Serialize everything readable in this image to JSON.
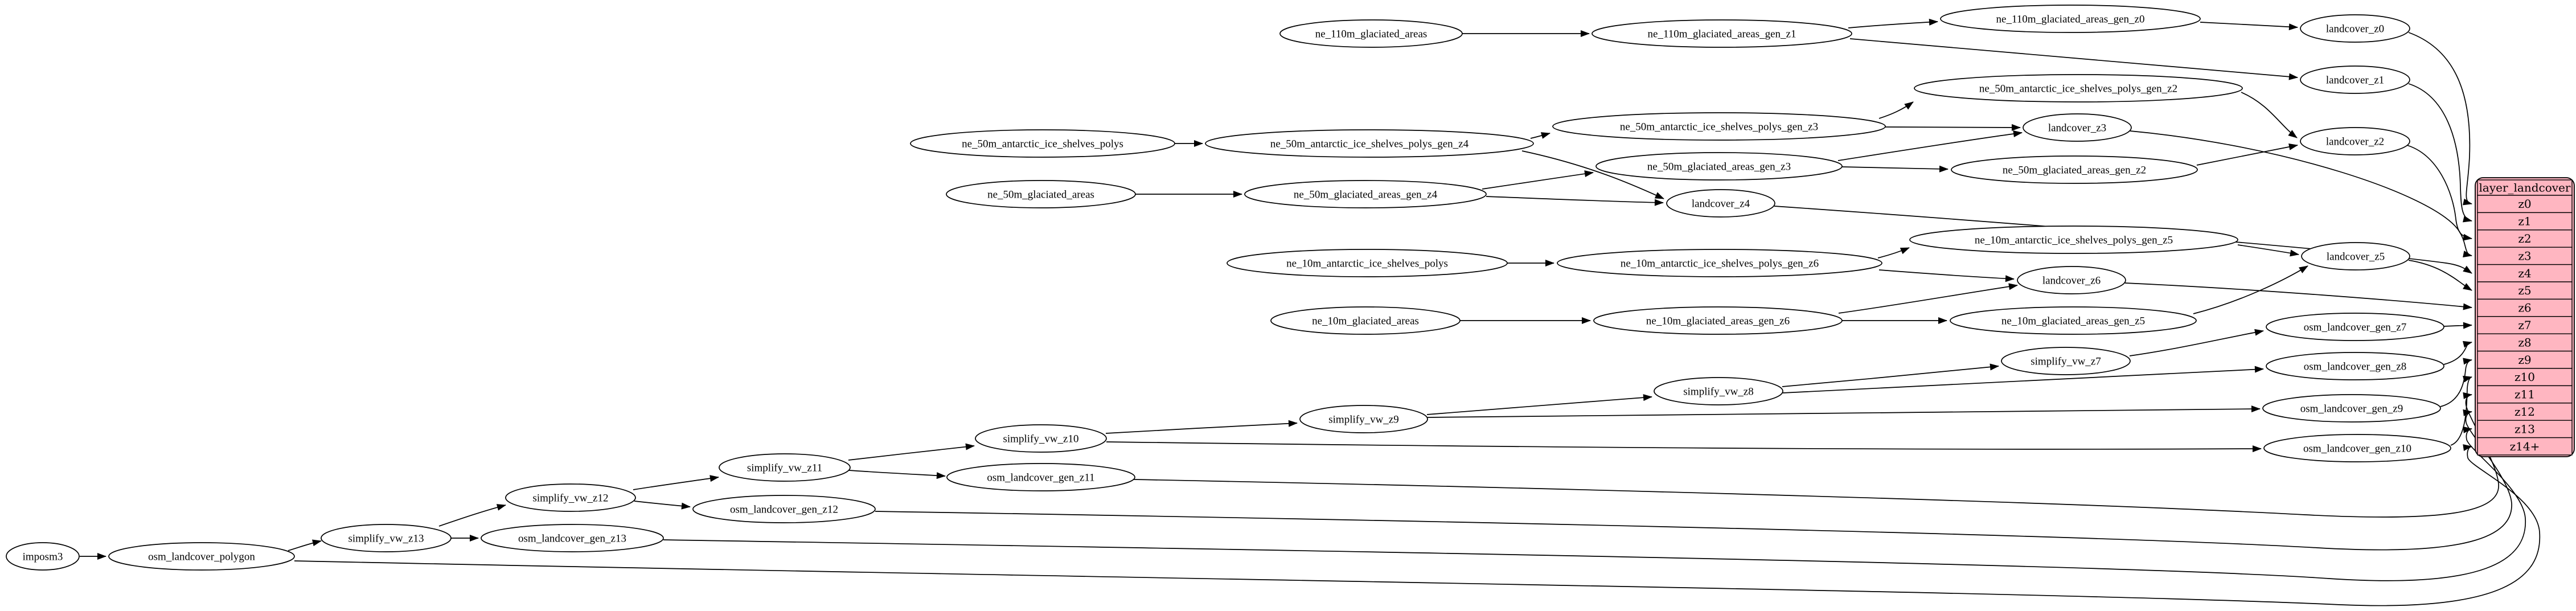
{
  "diagram": {
    "kind": "etl-dependency-graph",
    "layer": "landcover"
  },
  "colors": {
    "background": "#ffffff",
    "node_fill": "#ffffff",
    "stroke": "#000000",
    "table_fill": "#ffb6c1"
  },
  "nodes": {
    "imposm3": "imposm3",
    "osm_landcover_polygon": "osm_landcover_polygon",
    "simplify_vw_z13": "simplify_vw_z13",
    "osm_landcover_gen_z13": "osm_landcover_gen_z13",
    "simplify_vw_z12": "simplify_vw_z12",
    "osm_landcover_gen_z12": "osm_landcover_gen_z12",
    "simplify_vw_z11": "simplify_vw_z11",
    "osm_landcover_gen_z11": "osm_landcover_gen_z11",
    "simplify_vw_z10": "simplify_vw_z10",
    "simplify_vw_z9": "simplify_vw_z9",
    "simplify_vw_z8": "simplify_vw_z8",
    "simplify_vw_z7": "simplify_vw_z7",
    "osm_landcover_gen_z7": "osm_landcover_gen_z7",
    "osm_landcover_gen_z8": "osm_landcover_gen_z8",
    "osm_landcover_gen_z9": "osm_landcover_gen_z9",
    "osm_landcover_gen_z10": "osm_landcover_gen_z10",
    "ne_110m_glaciated_areas": "ne_110m_glaciated_areas",
    "ne_110m_glaciated_areas_gen_z1": "ne_110m_glaciated_areas_gen_z1",
    "ne_110m_glaciated_areas_gen_z0": "ne_110m_glaciated_areas_gen_z0",
    "landcover_z0": "landcover_z0",
    "landcover_z1": "landcover_z1",
    "landcover_z2": "landcover_z2",
    "landcover_z3": "landcover_z3",
    "landcover_z4": "landcover_z4",
    "landcover_z5": "landcover_z5",
    "landcover_z6": "landcover_z6",
    "ne_50m_antarctic_ice_shelves_polys": "ne_50m_antarctic_ice_shelves_polys",
    "ne_50m_antarctic_ice_shelves_polys_gen_z4": "ne_50m_antarctic_ice_shelves_polys_gen_z4",
    "ne_50m_antarctic_ice_shelves_polys_gen_z3": "ne_50m_antarctic_ice_shelves_polys_gen_z3",
    "ne_50m_antarctic_ice_shelves_polys_gen_z2": "ne_50m_antarctic_ice_shelves_polys_gen_z2",
    "ne_50m_glaciated_areas": "ne_50m_glaciated_areas",
    "ne_50m_glaciated_areas_gen_z4": "ne_50m_glaciated_areas_gen_z4",
    "ne_50m_glaciated_areas_gen_z3": "ne_50m_glaciated_areas_gen_z3",
    "ne_50m_glaciated_areas_gen_z2": "ne_50m_glaciated_areas_gen_z2",
    "ne_10m_antarctic_ice_shelves_polys": "ne_10m_antarctic_ice_shelves_polys",
    "ne_10m_antarctic_ice_shelves_polys_gen_z6": "ne_10m_antarctic_ice_shelves_polys_gen_z6",
    "ne_10m_antarctic_ice_shelves_polys_gen_z5": "ne_10m_antarctic_ice_shelves_polys_gen_z5",
    "ne_10m_glaciated_areas": "ne_10m_glaciated_areas",
    "ne_10m_glaciated_areas_gen_z6": "ne_10m_glaciated_areas_gen_z6",
    "ne_10m_glaciated_areas_gen_z5": "ne_10m_glaciated_areas_gen_z5"
  },
  "table": {
    "title": "layer_landcover",
    "fill": "#ffb6c1",
    "rows": [
      "z0",
      "z1",
      "z2",
      "z3",
      "z4",
      "z5",
      "z6",
      "z7",
      "z8",
      "z9",
      "z10",
      "z11",
      "z12",
      "z13",
      "z14+"
    ]
  },
  "edges": [
    [
      "imposm3",
      "osm_landcover_polygon"
    ],
    [
      "osm_landcover_polygon",
      "simplify_vw_z13"
    ],
    [
      "osm_landcover_polygon",
      "layer_landcover.z14+"
    ],
    [
      "simplify_vw_z13",
      "simplify_vw_z12"
    ],
    [
      "simplify_vw_z13",
      "osm_landcover_gen_z13"
    ],
    [
      "osm_landcover_gen_z13",
      "layer_landcover.z13"
    ],
    [
      "simplify_vw_z12",
      "simplify_vw_z11"
    ],
    [
      "simplify_vw_z12",
      "osm_landcover_gen_z12"
    ],
    [
      "osm_landcover_gen_z12",
      "layer_landcover.z12"
    ],
    [
      "simplify_vw_z11",
      "simplify_vw_z10"
    ],
    [
      "simplify_vw_z11",
      "osm_landcover_gen_z11"
    ],
    [
      "osm_landcover_gen_z11",
      "layer_landcover.z11"
    ],
    [
      "simplify_vw_z10",
      "simplify_vw_z9"
    ],
    [
      "simplify_vw_z10",
      "osm_landcover_gen_z10"
    ],
    [
      "osm_landcover_gen_z10",
      "layer_landcover.z10"
    ],
    [
      "simplify_vw_z9",
      "simplify_vw_z8"
    ],
    [
      "simplify_vw_z9",
      "osm_landcover_gen_z9"
    ],
    [
      "osm_landcover_gen_z9",
      "layer_landcover.z9"
    ],
    [
      "simplify_vw_z8",
      "simplify_vw_z7"
    ],
    [
      "simplify_vw_z8",
      "osm_landcover_gen_z8"
    ],
    [
      "osm_landcover_gen_z8",
      "layer_landcover.z8"
    ],
    [
      "simplify_vw_z7",
      "osm_landcover_gen_z7"
    ],
    [
      "osm_landcover_gen_z7",
      "layer_landcover.z7"
    ],
    [
      "ne_110m_glaciated_areas",
      "ne_110m_glaciated_areas_gen_z1"
    ],
    [
      "ne_110m_glaciated_areas_gen_z1",
      "ne_110m_glaciated_areas_gen_z0"
    ],
    [
      "ne_110m_glaciated_areas_gen_z1",
      "landcover_z1"
    ],
    [
      "ne_110m_glaciated_areas_gen_z0",
      "landcover_z0"
    ],
    [
      "landcover_z0",
      "layer_landcover.z0"
    ],
    [
      "landcover_z1",
      "layer_landcover.z1"
    ],
    [
      "ne_50m_antarctic_ice_shelves_polys",
      "ne_50m_antarctic_ice_shelves_polys_gen_z4"
    ],
    [
      "ne_50m_antarctic_ice_shelves_polys_gen_z4",
      "ne_50m_antarctic_ice_shelves_polys_gen_z3"
    ],
    [
      "ne_50m_antarctic_ice_shelves_polys_gen_z4",
      "landcover_z4"
    ],
    [
      "ne_50m_antarctic_ice_shelves_polys_gen_z3",
      "ne_50m_antarctic_ice_shelves_polys_gen_z2"
    ],
    [
      "ne_50m_antarctic_ice_shelves_polys_gen_z3",
      "landcover_z3"
    ],
    [
      "ne_50m_antarctic_ice_shelves_polys_gen_z2",
      "landcover_z2"
    ],
    [
      "ne_50m_glaciated_areas",
      "ne_50m_glaciated_areas_gen_z4"
    ],
    [
      "ne_50m_glaciated_areas_gen_z4",
      "ne_50m_glaciated_areas_gen_z3"
    ],
    [
      "ne_50m_glaciated_areas_gen_z4",
      "landcover_z4"
    ],
    [
      "ne_50m_glaciated_areas_gen_z3",
      "ne_50m_glaciated_areas_gen_z2"
    ],
    [
      "ne_50m_glaciated_areas_gen_z3",
      "landcover_z3"
    ],
    [
      "ne_50m_glaciated_areas_gen_z2",
      "landcover_z2"
    ],
    [
      "landcover_z2",
      "layer_landcover.z2"
    ],
    [
      "landcover_z3",
      "layer_landcover.z3"
    ],
    [
      "landcover_z4",
      "layer_landcover.z4"
    ],
    [
      "ne_10m_antarctic_ice_shelves_polys",
      "ne_10m_antarctic_ice_shelves_polys_gen_z6"
    ],
    [
      "ne_10m_antarctic_ice_shelves_polys_gen_z6",
      "ne_10m_antarctic_ice_shelves_polys_gen_z5"
    ],
    [
      "ne_10m_antarctic_ice_shelves_polys_gen_z6",
      "landcover_z6"
    ],
    [
      "ne_10m_antarctic_ice_shelves_polys_gen_z5",
      "landcover_z5"
    ],
    [
      "ne_10m_glaciated_areas",
      "ne_10m_glaciated_areas_gen_z6"
    ],
    [
      "ne_10m_glaciated_areas_gen_z6",
      "ne_10m_glaciated_areas_gen_z5"
    ],
    [
      "ne_10m_glaciated_areas_gen_z6",
      "landcover_z6"
    ],
    [
      "ne_10m_glaciated_areas_gen_z5",
      "landcover_z5"
    ],
    [
      "landcover_z5",
      "layer_landcover.z5"
    ],
    [
      "landcover_z6",
      "layer_landcover.z6"
    ]
  ]
}
